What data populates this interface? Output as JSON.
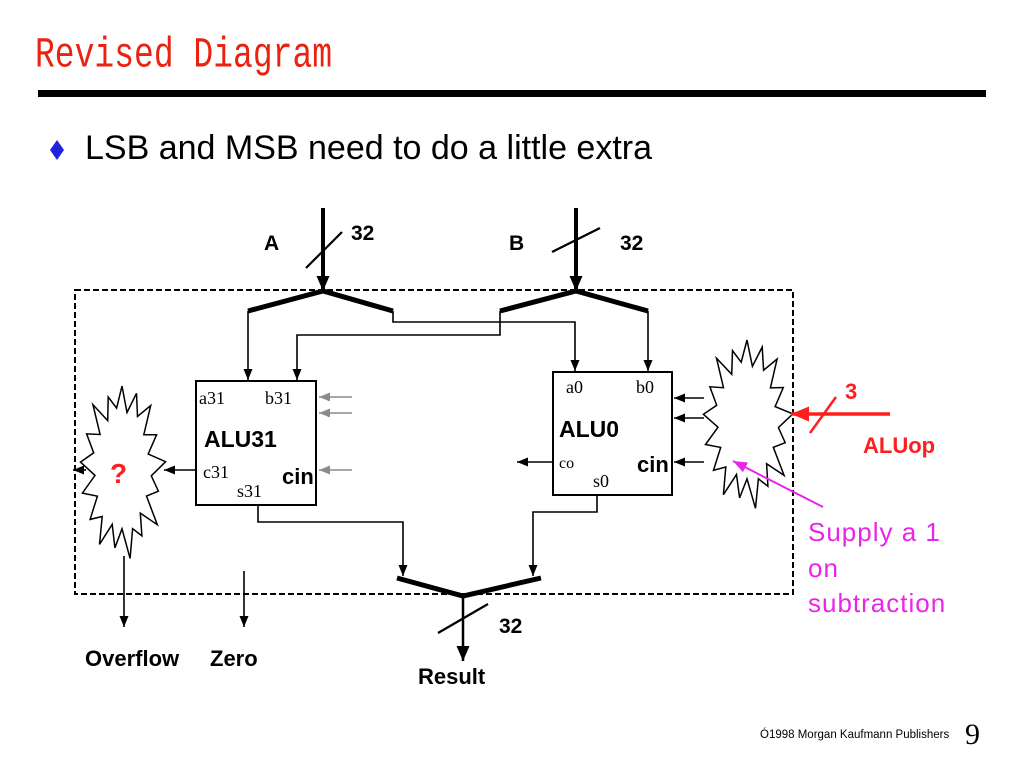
{
  "slide": {
    "title": "Revised Diagram",
    "bullet_icon": "diamond-bullet-icon",
    "bullet": "LSB and MSB need to do a little extra",
    "footer": "Ó1998 Morgan Kaufmann Publishers",
    "page_number": "9"
  },
  "diagram": {
    "input_a": {
      "label": "A",
      "bit_width": "32"
    },
    "input_b": {
      "label": "B",
      "bit_width": "32"
    },
    "alu31": {
      "name": "ALU31",
      "in_a": "a31",
      "in_b": "b31",
      "carry_out": "c31",
      "sum": "s31",
      "carry_in": "cin"
    },
    "alu0": {
      "name": "ALU0",
      "in_a": "a0",
      "in_b": "b0",
      "carry_out": "co",
      "sum": "s0",
      "carry_in": "cin"
    },
    "overflow_logic": {
      "label": "?"
    },
    "control": {
      "label": "ALUop",
      "bit_width": "3"
    },
    "note": {
      "line1": "Supply a 1",
      "line2": "on",
      "line3": "subtraction"
    },
    "outputs": {
      "overflow": "Overflow",
      "zero": "Zero",
      "result": "Result",
      "result_width": "32"
    }
  },
  "colors": {
    "title": "#e8230f",
    "bullet": "#1f24d8",
    "control": "#ff1e1e",
    "note": "#ea25ea",
    "hint_arrows": "#8c8c8c"
  }
}
